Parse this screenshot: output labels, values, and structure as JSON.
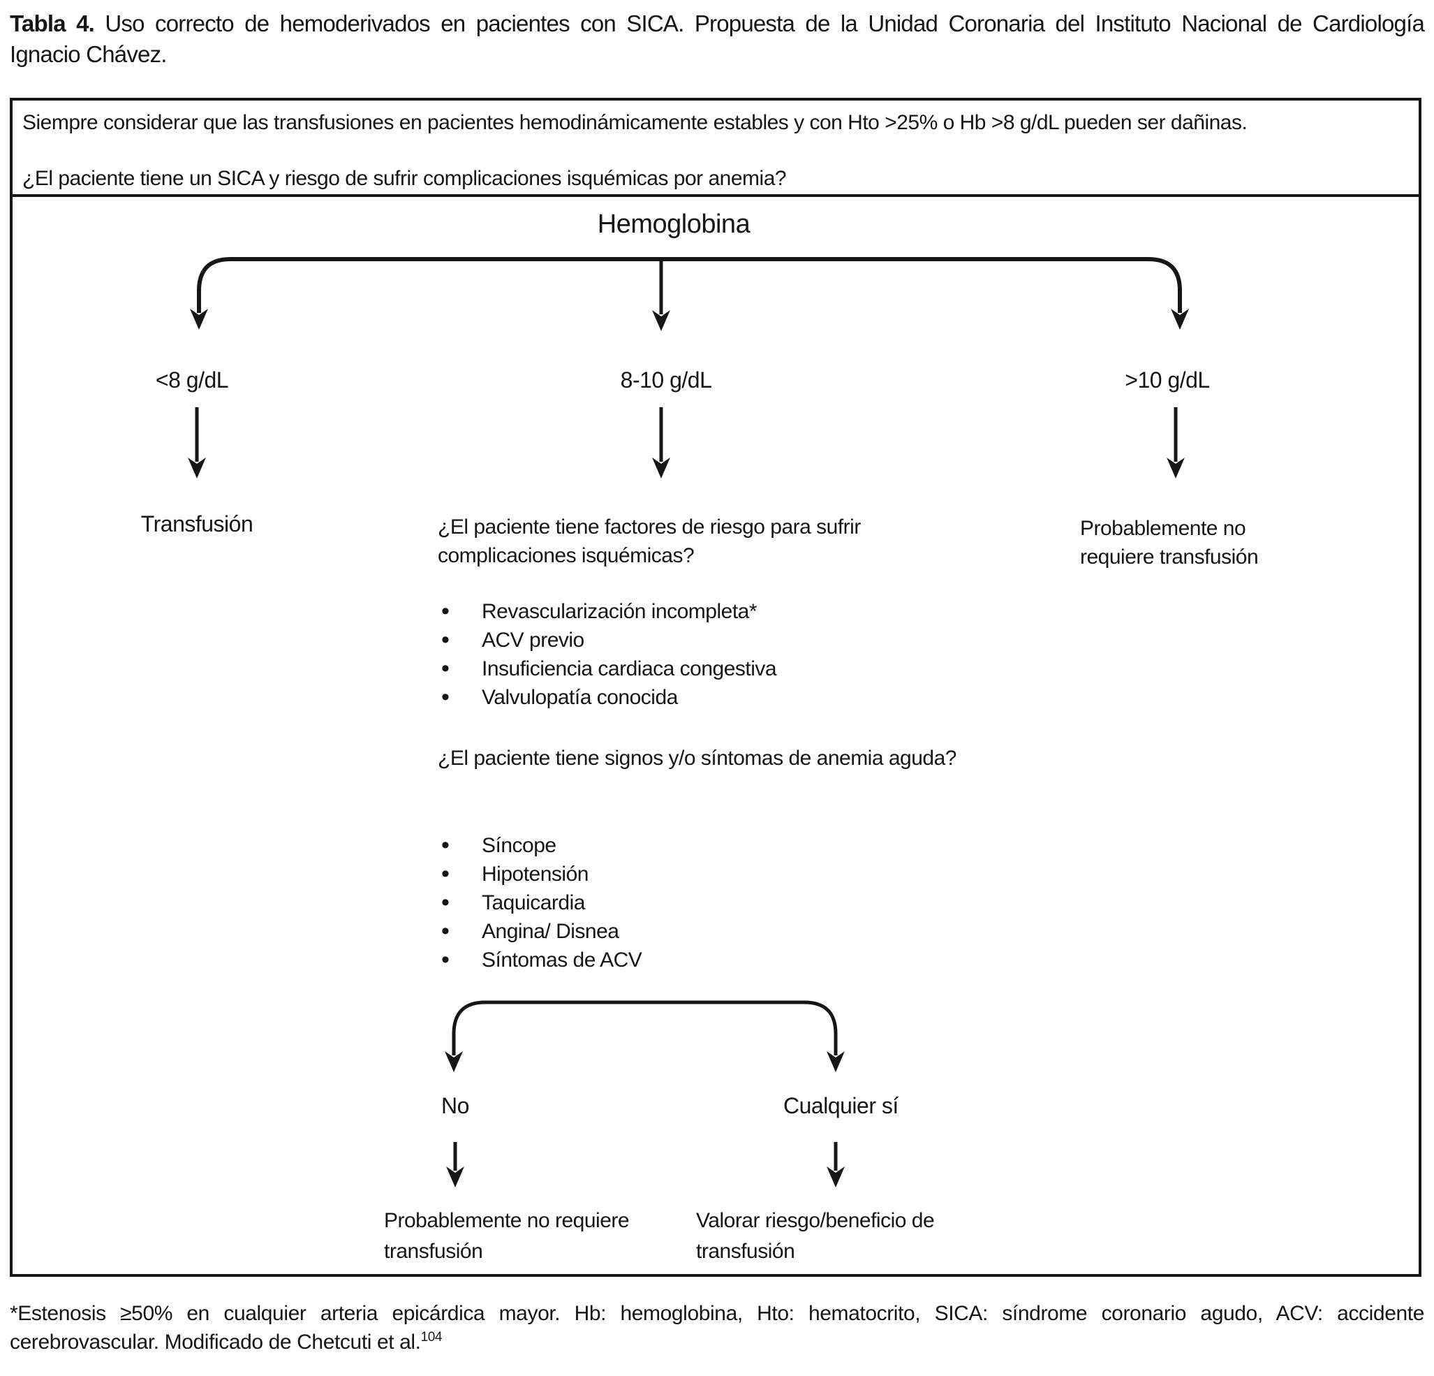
{
  "title": {
    "label": "Tabla 4.",
    "line1_rest": "Uso correcto de hemoderivados en pacientes con SICA. Propuesta de la Unidad Coronaria del Instituto Nacional de Cardiología",
    "line2": "Ignacio Chávez."
  },
  "header_box": {
    "warning": "Siempre considerar que las transfusiones en pacientes hemodinámicamente estables y con Hto >25% o Hb >8 g/dL pueden ser dañinas.",
    "question": "¿El paciente tiene un SICA y riesgo de sufrir complicaciones isquémicas por anemia?"
  },
  "flowchart": {
    "root_label": "Hemoglobina",
    "left": {
      "range_label": "<8 g/dL",
      "outcome": "Transfusión"
    },
    "middle": {
      "range_label": "8-10 g/dL",
      "risk_question": "¿El paciente tiene factores de riesgo para sufrir complicaciones isquémicas?",
      "risk_factors": [
        "Revascularización incompleta*",
        "ACV previo",
        "Insuficiencia cardiaca congestiva",
        "Valvulopatía conocida"
      ],
      "symptoms_question": "¿El paciente tiene signos y/o síntomas de anemia aguda?",
      "symptoms": [
        "Síncope",
        "Hipotensión",
        "Taquicardia",
        "Angina/ Disnea",
        "Síntomas de ACV"
      ],
      "no_label": "No",
      "yes_label": "Cualquier sí",
      "no_outcome": "Probablemente no requiere transfusión",
      "yes_outcome": "Valorar riesgo/beneficio de transfusión"
    },
    "right": {
      "range_label": ">10 g/dL",
      "outcome": "Probablemente no requiere transfusión"
    }
  },
  "footnote": {
    "line1": "*Estenosis ≥50% en cualquier arteria epicárdica mayor. Hb: hemoglobina, Hto: hematocrito, SICA: síndrome coronario agudo, ACV: accidente",
    "line2": "cerebrovascular. Modificado de Chetcuti et al.",
    "ref": "104"
  }
}
